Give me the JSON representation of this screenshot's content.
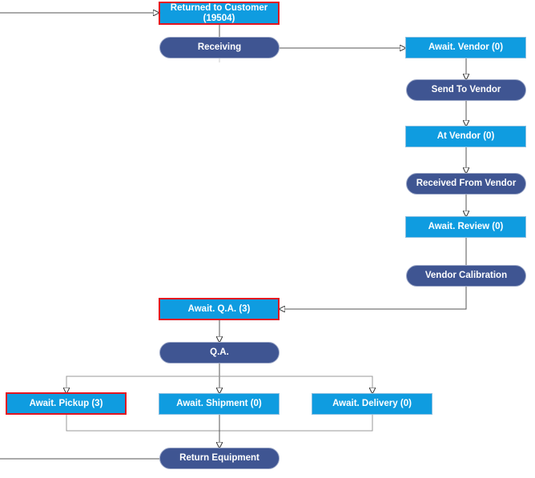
{
  "nodes": {
    "returned_to_customer": {
      "line1": "Returned to Customer",
      "line2": "(19504)"
    },
    "receiving": "Receiving",
    "await_vendor": "Await. Vendor (0)",
    "send_to_vendor": "Send To Vendor",
    "at_vendor": "At Vendor (0)",
    "received_from_vendor": "Received From Vendor",
    "await_review": "Await. Review (0)",
    "vendor_calibration": "Vendor Calibration",
    "await_qa": "Await. Q.A. (3)",
    "qa": "Q.A.",
    "await_pickup": "Await. Pickup (3)",
    "await_shipment": "Await. Shipment (0)",
    "await_delivery": "Await. Delivery (0)",
    "return_equipment": "Return Equipment"
  },
  "colors": {
    "state_fill": "#0f9ce0",
    "action_fill": "#3f5592",
    "highlight_border": "#e3151f",
    "connector": "#555555"
  }
}
